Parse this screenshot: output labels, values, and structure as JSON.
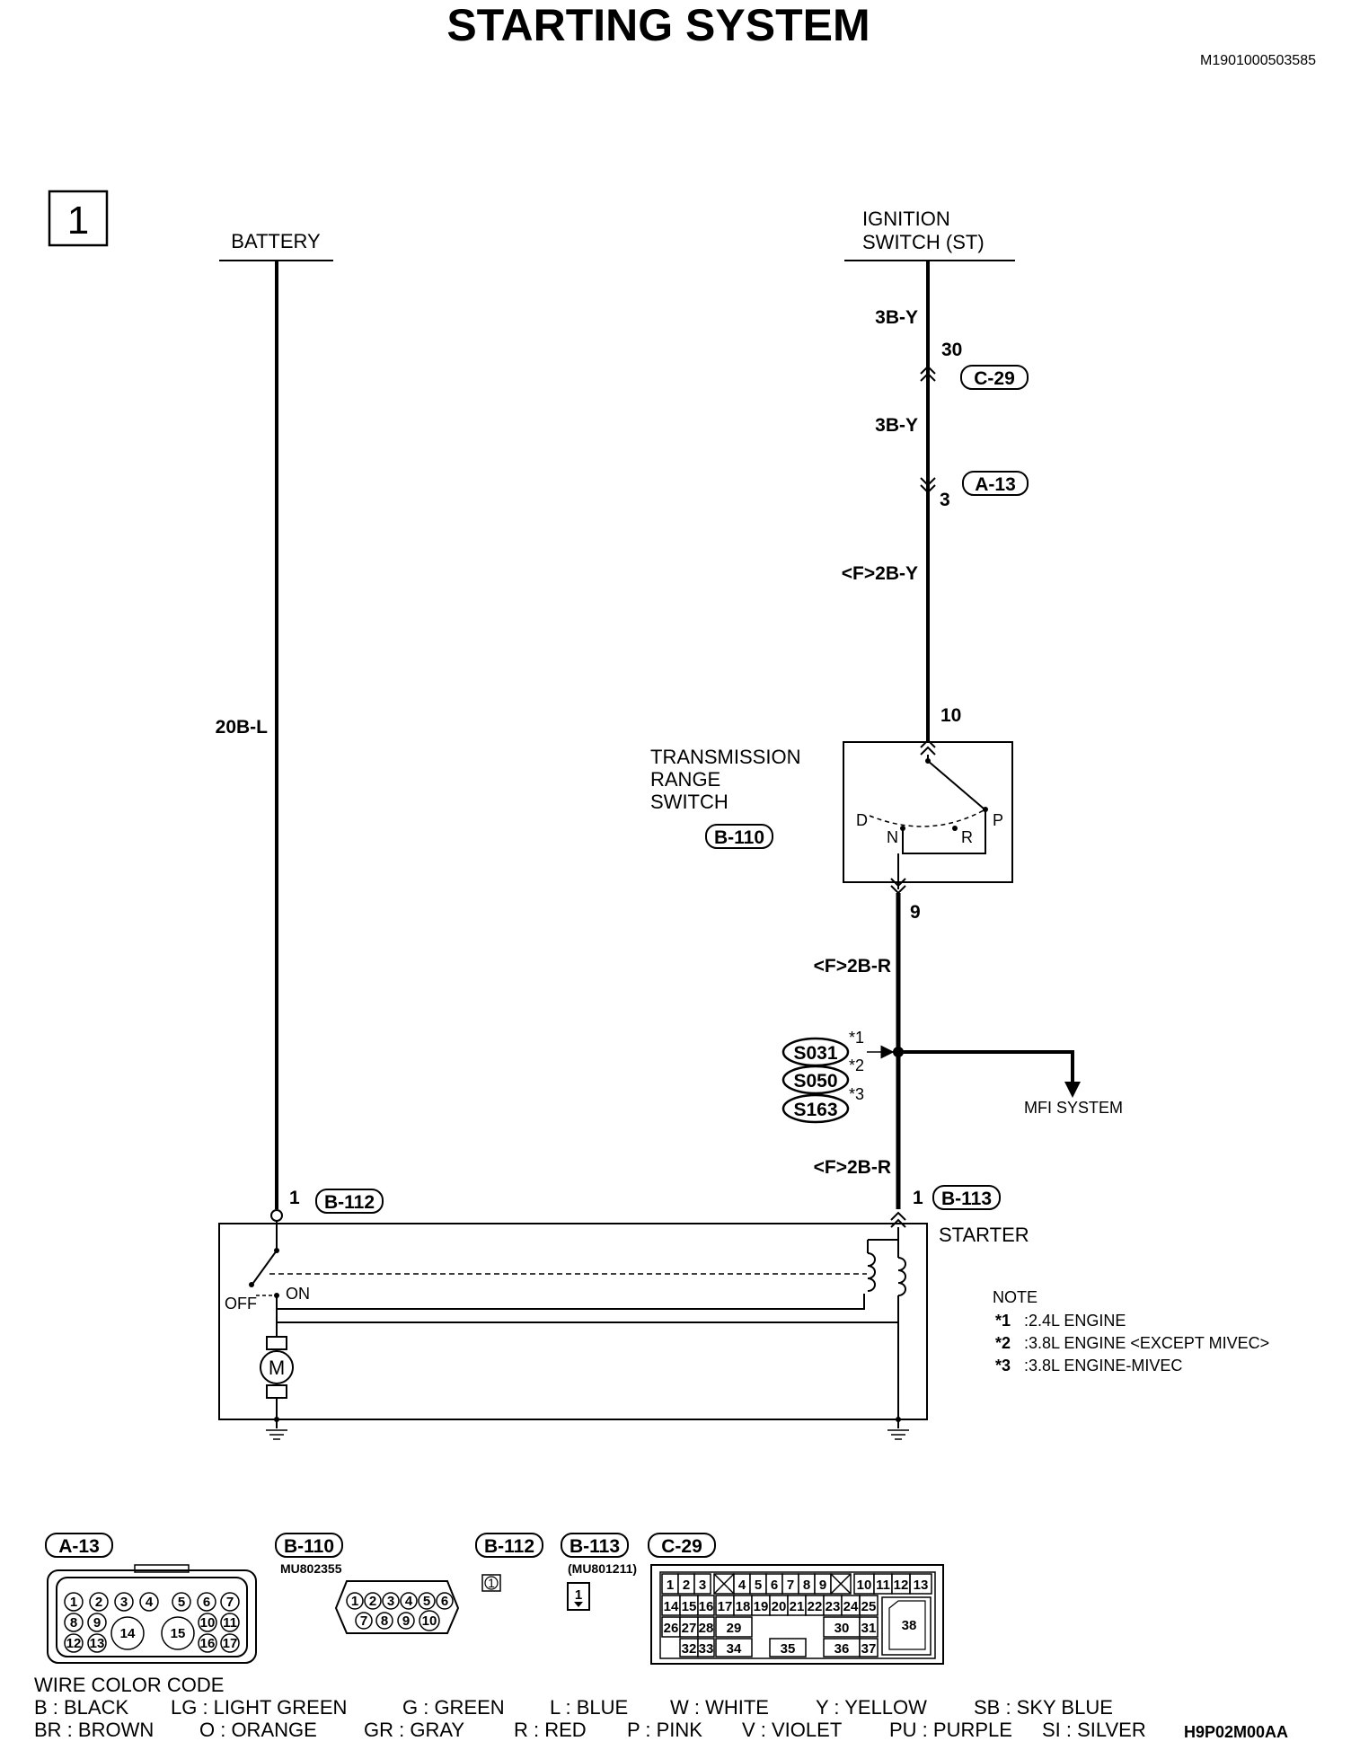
{
  "title": "STARTING SYSTEM",
  "doc_id": "M1901000503585",
  "page_number": "1",
  "battery_label": "BATTERY",
  "ignition_label_1": "IGNITION",
  "ignition_label_2": "SWITCH (ST)",
  "wires": {
    "battery_wire": "20B-L",
    "ign_wire_1": "3B-Y",
    "ign_wire_2": "3B-Y",
    "ign_wire_3": "<F>2B-Y",
    "trs_out_wire": "<F>2B-R",
    "starter_wire": "<F>2B-R"
  },
  "pins": {
    "c29_pin": "30",
    "a13_pin": "3",
    "trs_in_pin": "10",
    "trs_out_pin": "9",
    "b112_pin": "1",
    "b113_pin": "1"
  },
  "connectors": {
    "c29": "C-29",
    "a13": "A-13",
    "b110": "B-110",
    "b112": "B-112",
    "b113": "B-113"
  },
  "trs": {
    "label_1": "TRANSMISSION",
    "label_2": "RANGE",
    "label_3": "SWITCH",
    "pos_d": "D",
    "pos_n": "N",
    "pos_r": "R",
    "pos_p": "P"
  },
  "splices": {
    "s1": "S031",
    "s2": "S050",
    "s3": "S163",
    "m1": "*1",
    "m2": "*2",
    "m3": "*3"
  },
  "mfi_system": "MFI SYSTEM",
  "starter": {
    "label": "STARTER",
    "off": "OFF",
    "on": "ON",
    "motor": "M"
  },
  "note": {
    "title": "NOTE",
    "items": [
      {
        "mark": "*1",
        "text": ":2.4L ENGINE"
      },
      {
        "mark": "*2",
        "text": ":3.8L ENGINE <EXCEPT MIVEC>"
      },
      {
        "mark": "*3",
        "text": ":3.8L ENGINE-MIVEC"
      }
    ]
  },
  "connector_views": {
    "a13": "A-13",
    "b110": "B-110",
    "b110_part": "MU802355",
    "b112": "B-112",
    "b112_pin": "1",
    "b113": "B-113",
    "b113_part": "(MU801211)",
    "b113_pin": "1",
    "c29": "C-29"
  },
  "wire_color_code": {
    "title": "WIRE COLOR CODE",
    "row1": [
      "B : BLACK",
      "LG : LIGHT GREEN",
      "G : GREEN",
      "L : BLUE",
      "W : WHITE",
      "Y : YELLOW",
      "SB : SKY BLUE"
    ],
    "row2": [
      "BR : BROWN",
      "O : ORANGE",
      "GR : GRAY",
      "R : RED",
      "P : PINK",
      "V : VIOLET",
      "PU : PURPLE",
      "SI : SILVER"
    ]
  },
  "figure_code": "H9P02M00AA"
}
